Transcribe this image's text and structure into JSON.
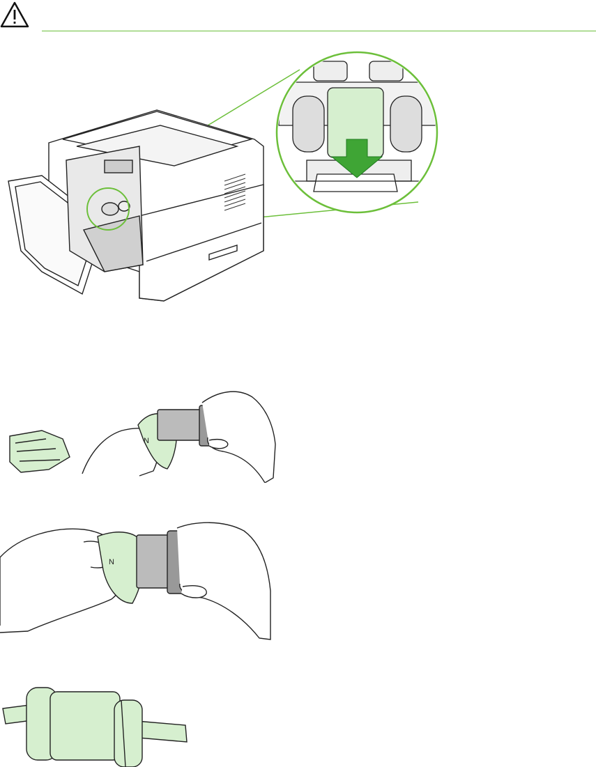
{
  "caution": {
    "icon": "caution-triangle-icon",
    "rule_color": "#6cbf3a"
  },
  "figures": [
    {
      "id": "printer-callout",
      "icon": "printer-pickup-roller-callout"
    },
    {
      "id": "cloth-wipe-roller",
      "icon": "cloth-and-roller-in-hands"
    },
    {
      "id": "wipe-roller-closeup",
      "icon": "hands-wiping-roller"
    },
    {
      "id": "clean-roller",
      "icon": "pickup-roller"
    }
  ],
  "colors": {
    "accent_green": "#6cbf3a",
    "highlight_fill": "#d6efcf",
    "arrow_green": "#3fa535",
    "line": "#222222"
  },
  "labels": {
    "cloth_letter": "N"
  }
}
